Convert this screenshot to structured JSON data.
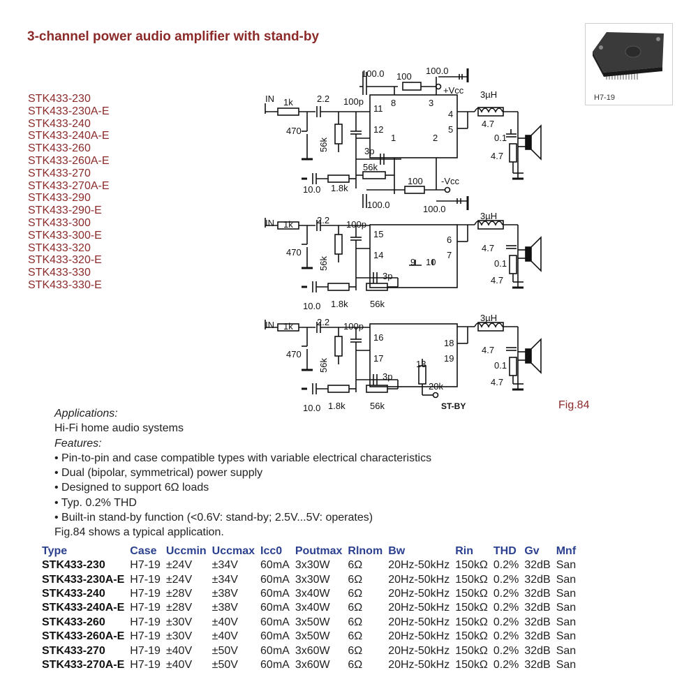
{
  "title": "3-channel power audio amplifier with stand-by",
  "part_numbers": [
    "STK433-230",
    "STK433-230A-E",
    "STK433-240",
    "STK433-240A-E",
    "STK433-260",
    "STK433-260A-E",
    "STK433-270",
    "STK433-270A-E",
    "STK433-290",
    "STK433-290-E",
    "STK433-300",
    "STK433-300-E",
    "STK433-320",
    "STK433-320-E",
    "STK433-330",
    "STK433-330-E"
  ],
  "package_caption": "H7-19",
  "schematic": {
    "in_label": "IN",
    "vcc_pos": "+Vcc",
    "vcc_neg": "-Vcc",
    "stby": "ST-BY",
    "values": {
      "r_in": "1k",
      "c_in": "2.2",
      "c_100p": "100p",
      "r_470": "470",
      "r_56k": "56k",
      "c_10": "10.0",
      "r_1k8": "1.8k",
      "c_3p": "3p",
      "c_100": "100.0",
      "r_100": "100",
      "l_3uh": "3µH",
      "r_4_7": "4.7",
      "c_0_1": "0.1",
      "r_20k": "20k"
    },
    "pins": [
      "11",
      "12",
      "8",
      "3",
      "4",
      "5",
      "1",
      "2",
      "15",
      "14",
      "6",
      "7",
      "9",
      "10",
      "16",
      "17",
      "18",
      "19",
      "13"
    ]
  },
  "fig_label": "Fig.84",
  "applications_heading": "Applications:",
  "applications_text": "Hi-Fi home audio systems",
  "features_heading": "Features:",
  "features": [
    "• Pin-to-pin and case compatible types with variable electrical characteristics",
    "• Dual (bipolar, symmetrical) power supply",
    "• Designed to support 6Ω loads",
    "• Typ. 0.2% THD",
    "• Built-in stand-by function (<0.6V: stand-by; 2.5V...5V: operates)"
  ],
  "fig_note": "Fig.84 shows a typical application.",
  "table": {
    "headers": [
      "Type",
      "Case",
      "Uccmin",
      "Uccmax",
      "Icc0",
      "Poutmax",
      "Rlnom",
      "Bw",
      "Rin",
      "THD",
      "Gv",
      "Mnf"
    ],
    "rows": [
      [
        "STK433-230",
        "H7-19",
        "±24V",
        "±34V",
        "60mA",
        "3x30W",
        "6Ω",
        "20Hz-50kHz",
        "150kΩ",
        "0.2%",
        "32dB",
        "San"
      ],
      [
        "STK433-230A-E",
        "H7-19",
        "±24V",
        "±34V",
        "60mA",
        "3x30W",
        "6Ω",
        "20Hz-50kHz",
        "150kΩ",
        "0.2%",
        "32dB",
        "San"
      ],
      [
        "STK433-240",
        "H7-19",
        "±28V",
        "±38V",
        "60mA",
        "3x40W",
        "6Ω",
        "20Hz-50kHz",
        "150kΩ",
        "0.2%",
        "32dB",
        "San"
      ],
      [
        "STK433-240A-E",
        "H7-19",
        "±28V",
        "±38V",
        "60mA",
        "3x40W",
        "6Ω",
        "20Hz-50kHz",
        "150kΩ",
        "0.2%",
        "32dB",
        "San"
      ],
      [
        "STK433-260",
        "H7-19",
        "±30V",
        "±40V",
        "60mA",
        "3x50W",
        "6Ω",
        "20Hz-50kHz",
        "150kΩ",
        "0.2%",
        "32dB",
        "San"
      ],
      [
        "STK433-260A-E",
        "H7-19",
        "±30V",
        "±40V",
        "60mA",
        "3x50W",
        "6Ω",
        "20Hz-50kHz",
        "150kΩ",
        "0.2%",
        "32dB",
        "San"
      ],
      [
        "STK433-270",
        "H7-19",
        "±40V",
        "±50V",
        "60mA",
        "3x60W",
        "6Ω",
        "20Hz-50kHz",
        "150kΩ",
        "0.2%",
        "32dB",
        "San"
      ],
      [
        "STK433-270A-E",
        "H7-19",
        "±40V",
        "±50V",
        "60mA",
        "3x60W",
        "6Ω",
        "20Hz-50kHz",
        "150kΩ",
        "0.2%",
        "32dB",
        "San"
      ]
    ]
  },
  "colors": {
    "title": "#8c2a2a",
    "header": "#2b3f8f"
  }
}
